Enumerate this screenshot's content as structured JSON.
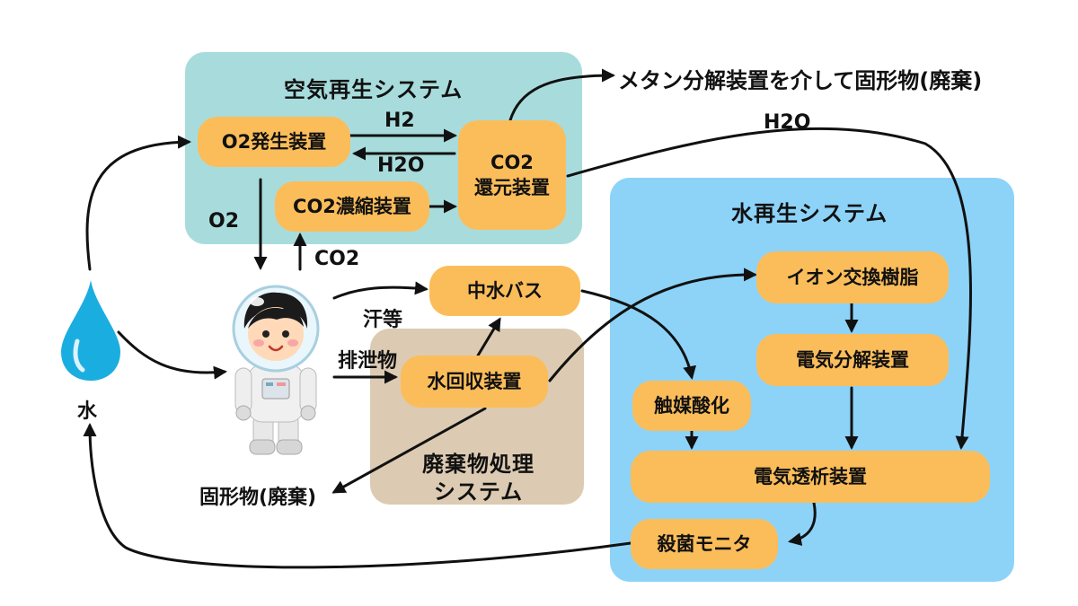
{
  "regions": {
    "air": "空気再生システム",
    "water": "水再生システム",
    "waste": "廃棄物処理\nシステム"
  },
  "nodes": {
    "o2_generator": "O2発生装置",
    "co2_concentrator": "CO2濃縮装置",
    "co2_reducer": "CO2\n還元装置",
    "greywater_bus": "中水バス",
    "water_recovery": "水回収装置",
    "ion_exchange": "イオン交換樹脂",
    "electrolysis": "電気分解装置",
    "catalytic_oxidation": "触媒酸化",
    "electrodialysis": "電気透析装置",
    "sterilization_monitor": "殺菌モニタ"
  },
  "labels": {
    "h2": "H2",
    "h2o_return": "H2O",
    "o2": "O2",
    "co2": "CO2",
    "methane": "メタン分解装置を介して固形物(廃棄)",
    "h2o_to_water": "H2O",
    "sweat": "汗等",
    "excreta": "排泄物",
    "solid_waste": "固形物(廃棄)",
    "water": "水"
  },
  "colors": {
    "air_region": "#a8dcdc",
    "water_region": "#8dd3f8",
    "waste_region": "#dccbb2",
    "node": "#fbbd5a",
    "water_drop": "#1aaee0"
  }
}
